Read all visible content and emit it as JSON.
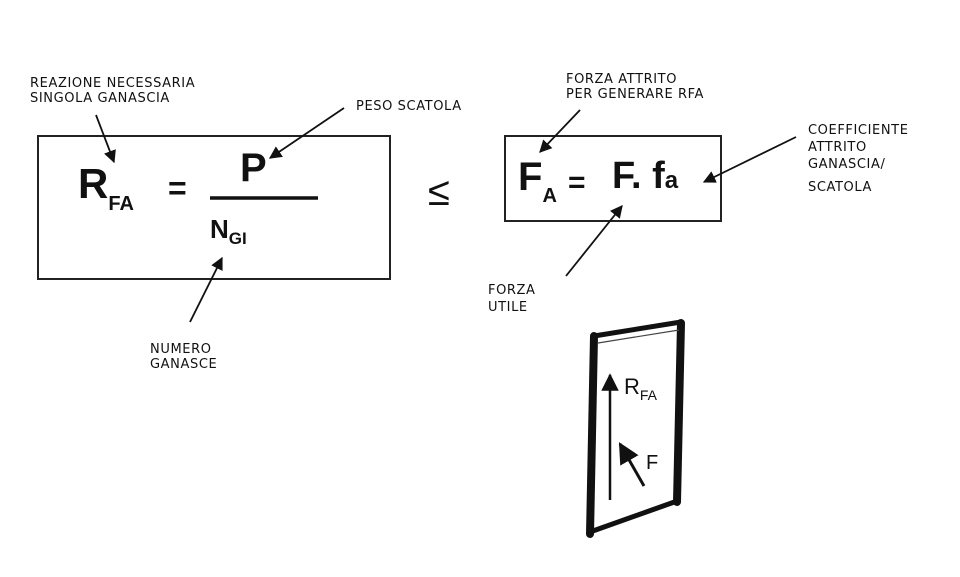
{
  "labels": {
    "reazione_line1": "REAZIONE NECESSARIA",
    "reazione_line2": "SINGOLA GANASCIA",
    "peso": "PESO SCATOLA",
    "numero_line1": "NUMERO",
    "numero_line2": "GANASCE",
    "forza_attrito_line1": "FORZA ATTRITO",
    "forza_attrito_line2": "PER GENERARE RFA",
    "coeff_line1": "COEFFICIENTE",
    "coeff_line2": "ATTRITO",
    "coeff_line3": "GANASCIA/",
    "coeff_line4": "SCATOLA",
    "forza_utile_line1": "FORZA",
    "forza_utile_line2": "UTILE"
  },
  "formula_left": {
    "lhs_main": "R",
    "lhs_sub": "FA",
    "equals": "=",
    "numerator": "P",
    "denominator_main": "N",
    "denominator_sub": "GI"
  },
  "inequality": "≤",
  "formula_right": {
    "lhs_main": "F",
    "lhs_sub": "A",
    "equals": "=",
    "rhs": "F. f",
    "rhs_sub": "a"
  },
  "box_diagram": {
    "vertical_label_main": "R",
    "vertical_label_sub": "FA",
    "diagonal_label": "F"
  }
}
